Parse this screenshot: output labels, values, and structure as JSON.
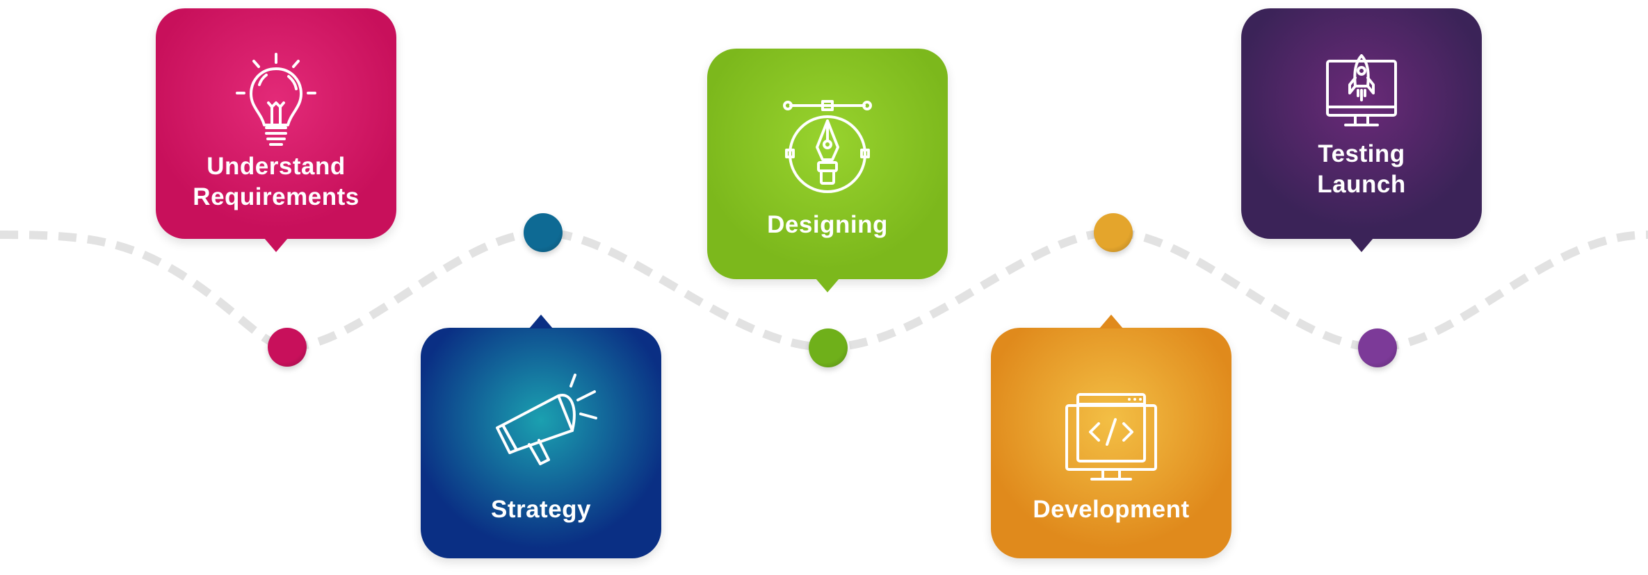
{
  "steps": [
    {
      "label_lines": [
        "Understand",
        "Requirements"
      ],
      "icon": "lightbulb-icon",
      "color": "#c8105b",
      "color_light": "#e32a78"
    },
    {
      "label_lines": [
        "Strategy"
      ],
      "icon": "megaphone-icon",
      "color": "#0a2f84",
      "color_light": "#1ba0b0"
    },
    {
      "label_lines": [
        "Designing"
      ],
      "icon": "pen-tool-icon",
      "color": "#7cb81c",
      "color_light": "#98d32e"
    },
    {
      "label_lines": [
        "Development"
      ],
      "icon": "code-monitor-icon",
      "color": "#e08a1c",
      "color_light": "#f3bf45"
    },
    {
      "label_lines": [
        "Testing",
        "Launch"
      ],
      "icon": "rocket-monitor-icon",
      "color": "#3b2358",
      "color_light": "#6a2a78"
    }
  ],
  "path_color": "#e2e2e2",
  "dot_colors": [
    "#c8105b",
    "#0e6a94",
    "#6fb01a",
    "#e4a52c",
    "#7c3a98"
  ]
}
